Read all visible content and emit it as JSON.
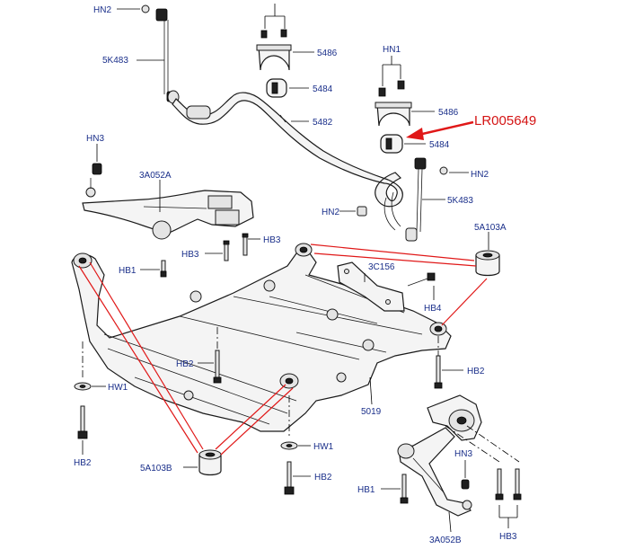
{
  "labels": {
    "hn2_top": "HN2",
    "sk483_left": "5K483",
    "p5486_top": "5486",
    "p5484_top": "5484",
    "hn1": "HN1",
    "p5486_right": "5486",
    "lr_code": "LR005649",
    "p5482": "5482",
    "p5484_right": "5484",
    "hn3_left": "HN3",
    "p3a052a": "3A052A",
    "hn2_mid_right": "HN2",
    "hn2_mid": "HN2",
    "sk483_right": "5K483",
    "p5a103a": "5A103A",
    "hb3_a": "HB3",
    "hb3_b": "HB3",
    "hb1_left": "HB1",
    "p3c156": "3C156",
    "hb4": "HB4",
    "hb2_mid": "HB2",
    "hb2_right": "HB2",
    "hw1_left": "HW1",
    "p5019": "5019",
    "hw1_bottom": "HW1",
    "hb2_bottom_left": "HB2",
    "p5a103b": "5A103B",
    "hb2_bottom_mid": "HB2",
    "hn3_right": "HN3",
    "hb1_right": "HB1",
    "p3a052b": "3A052B",
    "hb3_bottom": "HB3"
  },
  "colors": {
    "label_text": "#1a2f8a",
    "highlight": "#d41414",
    "line": "#000000"
  }
}
